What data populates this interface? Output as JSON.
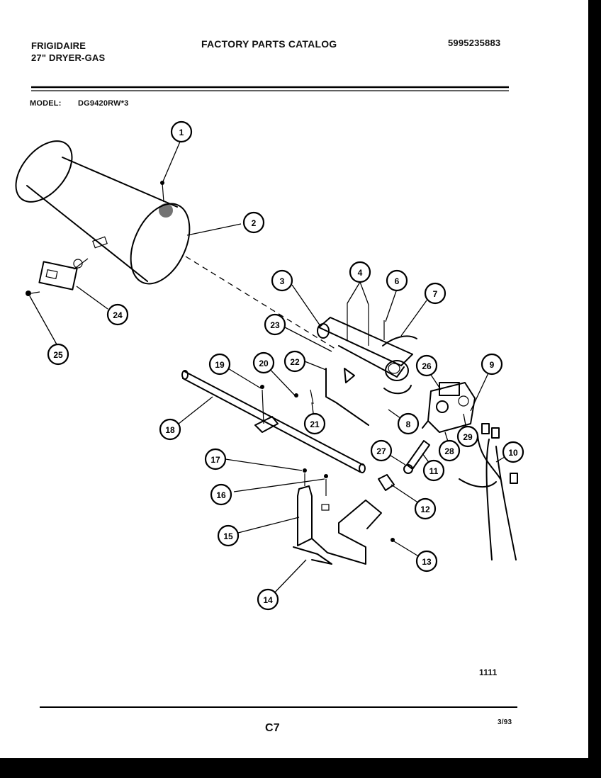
{
  "header": {
    "brand": "FRIGIDAIRE",
    "product": "27\" DRYER-GAS",
    "catalog_title": "FACTORY PARTS CATALOG",
    "catalog_number": "5995235883"
  },
  "model": {
    "label": "MODEL:",
    "value": "DG9420RW*3"
  },
  "footer": {
    "ref_number": "1111",
    "page_code": "C7",
    "date_code": "3/93"
  },
  "callouts": [
    "1",
    "2",
    "3",
    "4",
    "6",
    "7",
    "23",
    "26",
    "9",
    "19",
    "20",
    "22",
    "21",
    "8",
    "18",
    "28",
    "29",
    "27",
    "11",
    "10",
    "17",
    "16",
    "12",
    "15",
    "13",
    "14",
    "24",
    "25"
  ],
  "colors": {
    "ink": "#000000",
    "paper": "#ffffff"
  }
}
